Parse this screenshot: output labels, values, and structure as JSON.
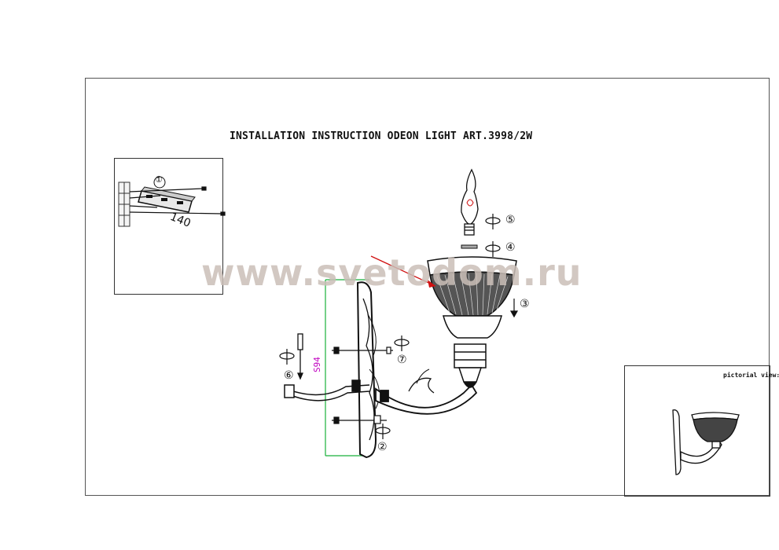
{
  "title": "INSTALLATION INSTRUCTION ODEON LIGHT ART.3998/2W",
  "watermark": "www.svetodom.ru",
  "mount_dimension": "140",
  "height_dimension": "S94",
  "pictorial_label": "pictorial view:",
  "steps": {
    "s1": "①",
    "s2": "②",
    "s3": "③",
    "s4": "④",
    "s5": "⑤",
    "s6": "⑥",
    "s7": "⑦"
  }
}
